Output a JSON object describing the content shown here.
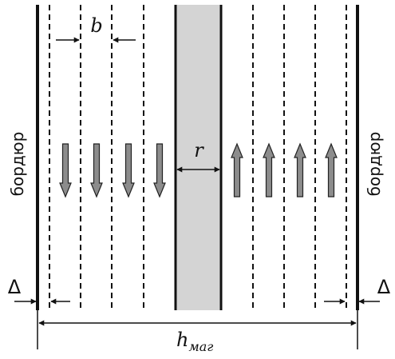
{
  "labels": {
    "border_left": "бордюр",
    "border_right": "бордюр",
    "b": "b",
    "r": "r",
    "delta_left": "Δ",
    "delta_right": "Δ",
    "h_main": "h",
    "h_sub": "маг"
  },
  "colors": {
    "median_fill": "#d4d4d4",
    "arrow_fill": "#8c8c8c",
    "line": "#111111"
  },
  "lanes": {
    "left_direction": "down",
    "right_direction": "up",
    "left_count": 4,
    "right_count": 4
  }
}
